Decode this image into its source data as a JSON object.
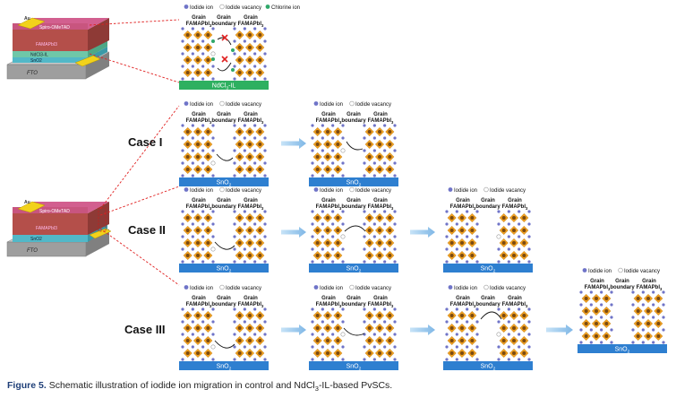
{
  "legend": {
    "iodide_ion": "Iodide ion",
    "iodide_vacancy": "Iodide vacancy",
    "chlorine_ion": "Chlorine ion"
  },
  "grain_label": {
    "line1": "Grain",
    "line2": "FAMAPbI",
    "sub": "3"
  },
  "boundary_label": {
    "line1": "Grain",
    "line2": "boundary"
  },
  "substrates": {
    "top": {
      "text": "NdCl",
      "sub": "3",
      "tail": "-IL"
    },
    "sno2": {
      "text": "SnO",
      "sub": "2"
    }
  },
  "cases": [
    "Case I",
    "Case II",
    "Case III"
  ],
  "device_top": {
    "layers": [
      "Spiro-OMeTAD",
      "FAMAPbI3",
      "NdCl3-IL",
      "SnO2",
      "FTO"
    ],
    "electrode": "Au"
  },
  "device_bottom": {
    "layers": [
      "Spiro-OMeTAD",
      "FAMAPbI3",
      "SnO2",
      "FTO"
    ],
    "electrode": "Au"
  },
  "caption": {
    "label": "Figure 5.",
    "text_pre": "Schematic illustration of iodide ion migration in control and NdCl",
    "sub": "3",
    "text_post": "-IL-based PvSCs."
  },
  "colors": {
    "octahedron": "#f0a020",
    "iodide": "#6f74c8",
    "vacancy": "#d0d0d0",
    "chlorine": "#2fa86a",
    "substrate_sno2": "#2e7fd0",
    "substrate_ndcl": "#2eb060",
    "arrow": "#8fc3ea",
    "dashed": "#e02020"
  }
}
